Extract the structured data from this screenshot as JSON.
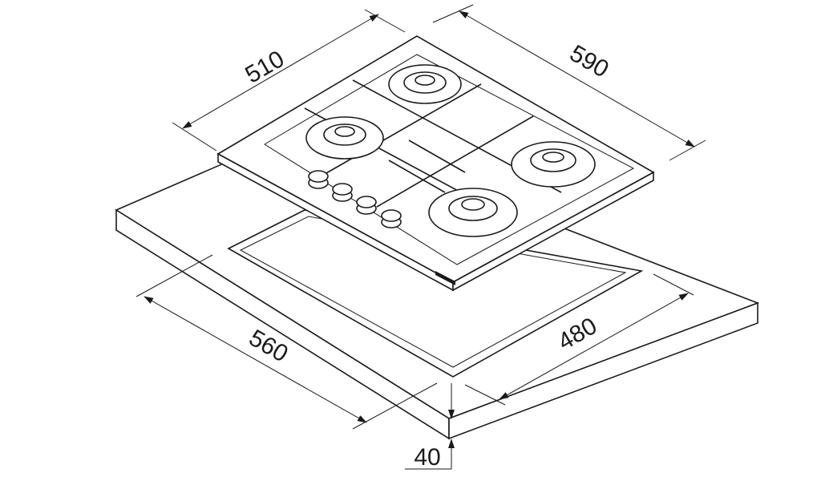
{
  "title": "Gas hob installation dimensions",
  "dimensions": {
    "hob_depth": "510",
    "hob_width": "590",
    "cutout_width": "560",
    "cutout_depth": "480",
    "countertop_thickness": "40"
  },
  "colors": {
    "line": "#1a1a1a",
    "background": "#ffffff"
  }
}
